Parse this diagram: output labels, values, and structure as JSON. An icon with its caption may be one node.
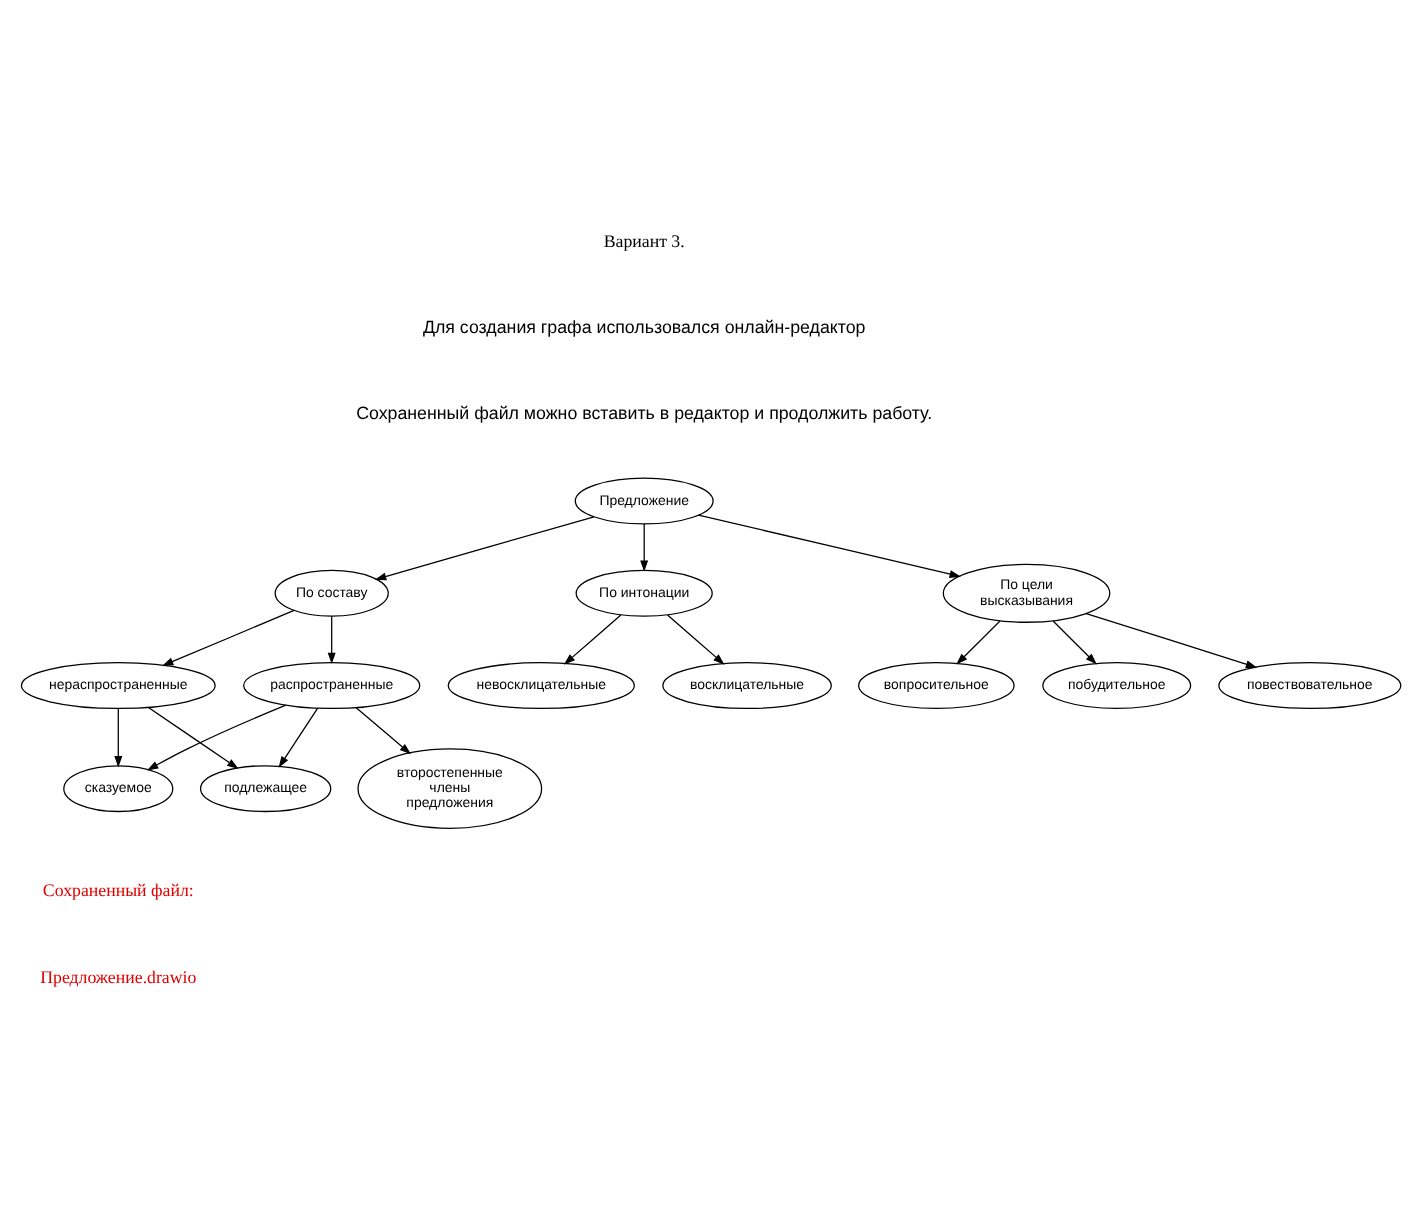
{
  "diagram": {
    "nodes": [
      {
        "text": [
          "Предложение"
        ]
      },
      {
        "text": [
          "По составу"
        ]
      },
      {
        "text": [
          "По интонации"
        ]
      },
      {
        "text": [
          "По цели высказывания"
        ]
      },
      {
        "text": [
          "распространенные"
        ]
      },
      {
        "text": [
          "восклицательные"
        ]
      },
      {
        "text": [
          "вопросительное"
        ]
      },
      {
        "text": [
          "нераспространенные"
        ]
      },
      {
        "text": [
          "невосклицательные"
        ]
      },
      {
        "text": [
          "второстепенные члены предложения"
        ]
      },
      {
        "text": [
          "побудительное"
        ]
      },
      {
        "text": [
          "подлежащее"
        ]
      },
      {
        "text": [
          "повествовательное"
        ]
      },
      {
        "text": [
          "сказуемое"
        ]
      }
    ],
    "edges": [
      {
        "from": 0,
        "to": 1,
        "arrow": "to"
      },
      {
        "from": 0,
        "to": 2,
        "arrow": "to"
      },
      {
        "from": 0,
        "to": 3,
        "arrow": "to"
      },
      {
        "from": 1,
        "to": 4,
        "arrow": "to"
      },
      {
        "from": 1,
        "to": 7,
        "arrow": "to"
      },
      {
        "from": 2,
        "to": 5,
        "arrow": "to"
      },
      {
        "from": 2,
        "to": 8,
        "arrow": "to"
      },
      {
        "from": 3,
        "to": 6,
        "arrow": "to"
      },
      {
        "from": 3,
        "to": 10,
        "arrow": "to"
      },
      {
        "from": 3,
        "to": 12,
        "arrow": "to"
      },
      {
        "from": 4,
        "to": 9,
        "arrow": "to"
      },
      {
        "from": 4,
        "to": 11,
        "arrow": "to"
      },
      {
        "from": 4,
        "to": 13,
        "arrow": "to"
      },
      {
        "from": 7,
        "to": 11,
        "arrow": "to"
      },
      {
        "from": 7,
        "to": 13,
        "arrow": "to"
      }
    ],
    "labels": [
      "Вариант 3.",
      "Для создания графа использовался онлайн-редактор",
      "Сохраненный файл можно вставить в редактор и продолжить работу.",
      "Сохраненный файл:",
      "Предложение.drawio"
    ]
  }
}
